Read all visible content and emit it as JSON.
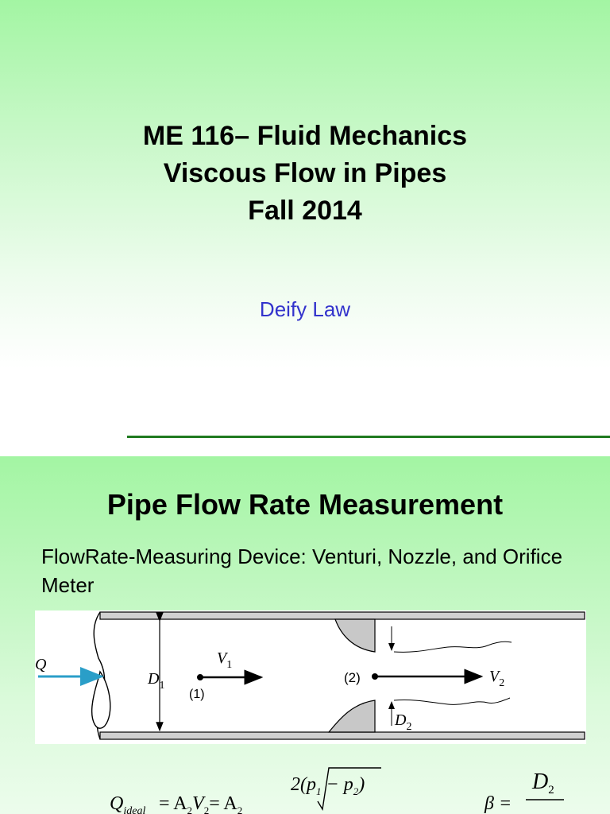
{
  "slide1": {
    "title_lines": [
      "ME 116– Fluid Mechanics",
      "Viscous Flow in Pipes",
      "Fall 2014"
    ],
    "author": "Deify Law"
  },
  "slide2": {
    "title": "Pipe Flow Rate Measurement",
    "body": "FlowRate-Measuring Device: Venturi, Nozzle, and Orifice Meter",
    "diagram": {
      "flow_label": "Q",
      "d1": "D",
      "d1_sub": "1",
      "v1": "V",
      "v1_sub": "1",
      "point1": "(1)",
      "point2": "(2)",
      "v2": "V",
      "v2_sub": "2",
      "d2": "D",
      "d2_sub": "2"
    },
    "formula": {
      "q": "Q",
      "q_sub": "ideal",
      "eq1": "= A",
      "a2_sub": "2",
      "v": "V",
      "v2_sub": "2",
      "eq2": "= A",
      "a2b_sub": "2",
      "numerator": "2(p",
      "p1_sub": "1",
      "minus": " − p",
      "p2_sub": "2",
      "close": ")",
      "beta": "β =",
      "beta_num": "D",
      "beta_num_sub": "2"
    }
  }
}
